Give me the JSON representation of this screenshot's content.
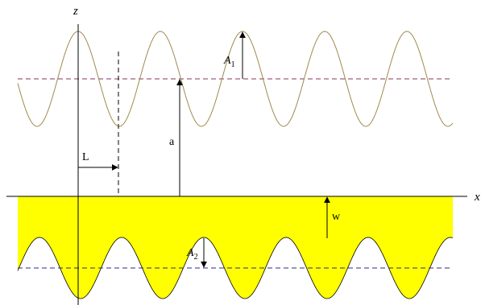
{
  "labels": {
    "z_axis": "z",
    "x_axis": "x",
    "L": "L",
    "a": "a",
    "A1_main": "A",
    "A1_sub": "1",
    "A2_main": "A",
    "A2_sub": "2",
    "w": "w"
  },
  "colors": {
    "upper_wave": "#a08a4e",
    "upper_mean_line": "#8a3060",
    "lower_mean_line": "#2b2b8a",
    "fluid_fill": "#ffff00",
    "axis": "#000000"
  }
}
